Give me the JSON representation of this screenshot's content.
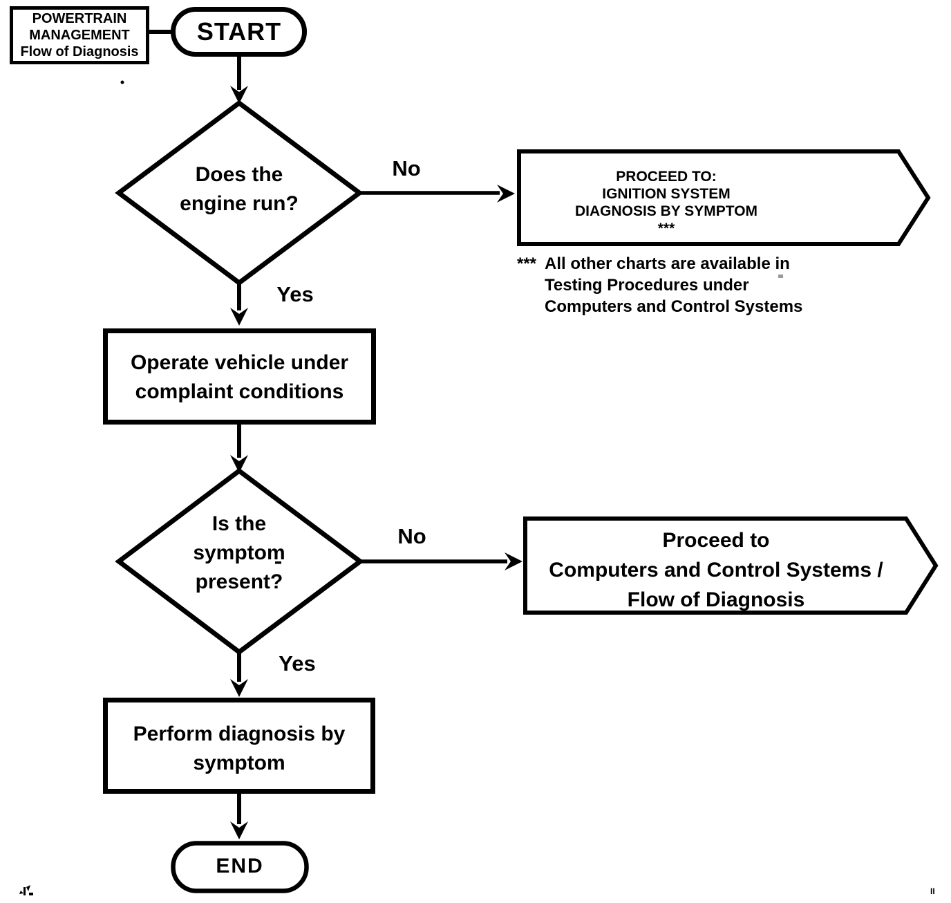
{
  "colors": {
    "ink": "#000000",
    "paper": "#ffffff"
  },
  "header": {
    "title_lines": [
      "POWERTRAIN",
      "MANAGEMENT",
      "Flow of Diagnosis"
    ]
  },
  "flow": {
    "start_label": "START",
    "decision_engine": {
      "lines": [
        "Does the",
        "engine run?"
      ],
      "no": "No",
      "yes": "Yes"
    },
    "offpage_ignition": {
      "lines": [
        "PROCEED TO:",
        "IGNITION SYSTEM",
        "DIAGNOSIS BY SYMPTOM",
        "***"
      ]
    },
    "footnote": {
      "marker": "***",
      "lines": [
        "All other charts are available in",
        "Testing Procedures under",
        "Computers and Control Systems"
      ]
    },
    "process_operate": {
      "lines": [
        "Operate vehicle under",
        "complaint conditions"
      ]
    },
    "decision_symptom": {
      "lines": [
        "Is the",
        "symptom",
        "present?"
      ],
      "no": "No",
      "yes": "Yes"
    },
    "offpage_computers": {
      "lines": [
        "Proceed to",
        "Computers and Control Systems /",
        "Flow of Diagnosis"
      ]
    },
    "process_perform": {
      "lines": [
        "Perform diagnosis by",
        "symptom"
      ]
    },
    "end_label": "END"
  },
  "artifacts": {
    "page_mark": "II"
  }
}
